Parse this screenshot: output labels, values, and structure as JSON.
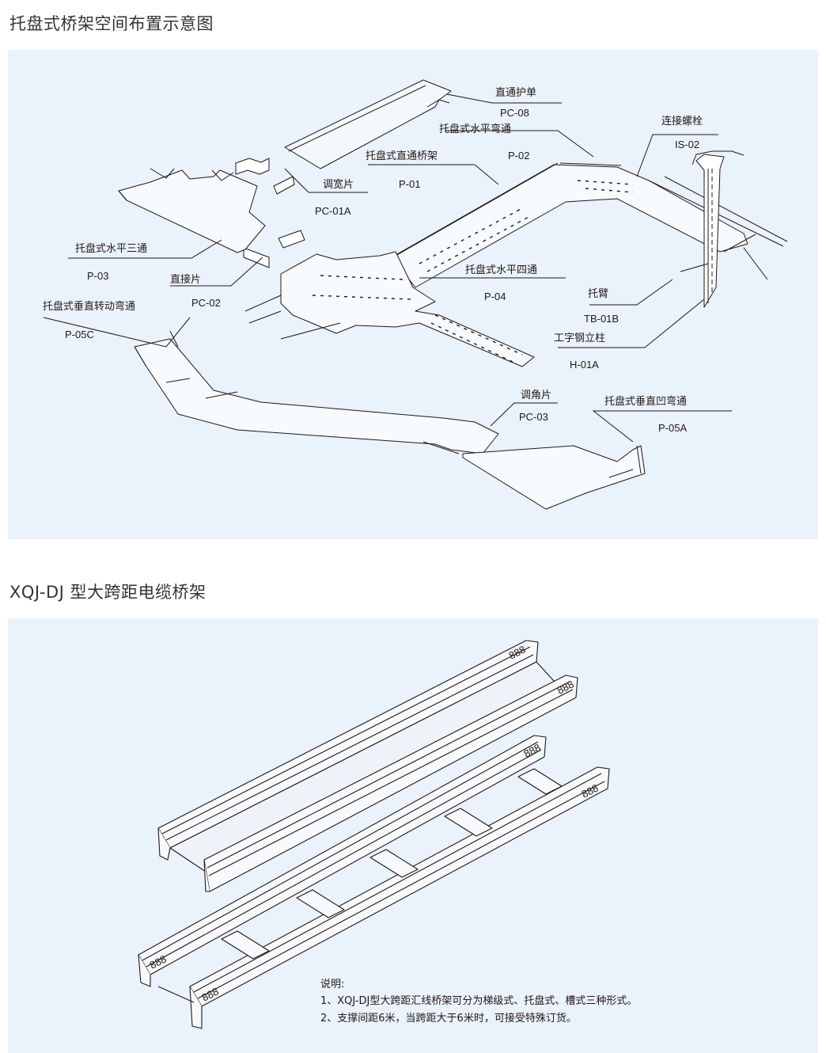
{
  "section1": {
    "title": "托盘式桥架空间布置示意图",
    "callouts": [
      {
        "name": "直通护单",
        "code": "PC-08"
      },
      {
        "name": "托盘式水平弯通",
        "code": "P-02"
      },
      {
        "name": "连接螺栓",
        "code": "IS-02"
      },
      {
        "name": "托盘式直通桥架",
        "code": "P-01"
      },
      {
        "name": "调宽片",
        "code": "PC-01A"
      },
      {
        "name": "托盘式水平三通",
        "code": "P-03"
      },
      {
        "name": "直接片",
        "code": "PC-02"
      },
      {
        "name": "托盘式水平四通",
        "code": "P-04"
      },
      {
        "name": "托臂",
        "code": "TB-01B"
      },
      {
        "name": "托盘式垂直转动弯通",
        "code": "P-05C"
      },
      {
        "name": "工字钢立柱",
        "code": "H-01A"
      },
      {
        "name": "调角片",
        "code": "PC-03"
      },
      {
        "name": "托盘式垂直凹弯通",
        "code": "P-05A"
      }
    ]
  },
  "section2": {
    "title": "XQJ-DJ 型大跨距电缆桥架",
    "notes": {
      "heading": "说明:",
      "line1": "1、XQJ-DJ型大跨距汇线桥架可分为梯级式、托盘式、槽式三种形式。",
      "line2": "2、支撑间距6米，当跨距大于6米时，可接受特殊订货。"
    },
    "rail_marks": [
      "888",
      "888",
      "888",
      "888",
      "888",
      "888"
    ]
  },
  "colors": {
    "panel_bg": "#eaf2fb",
    "line": "#231815",
    "title": "#333333"
  }
}
